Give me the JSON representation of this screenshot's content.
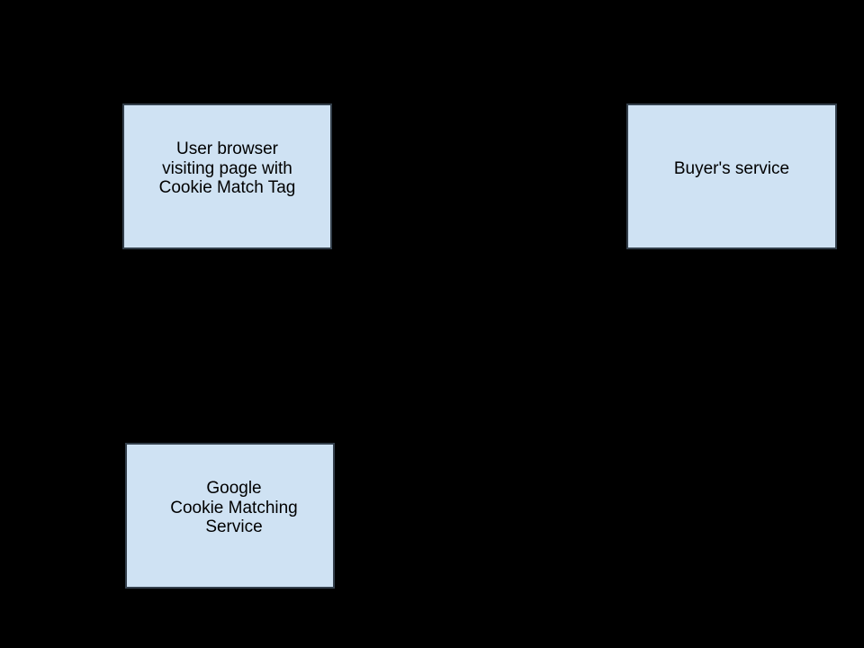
{
  "canvas": {
    "background_color": "#000000"
  },
  "diagram": {
    "node_fill_color": "#cfe2f3",
    "node_border_color": "#333f4b",
    "node_text_color": "#000000",
    "nodes": [
      {
        "id": "user-browser",
        "label": "User browser\nvisiting page with\nCookie Match Tag"
      },
      {
        "id": "buyers-service",
        "label": "Buyer's service"
      },
      {
        "id": "google-cookie-matching-service",
        "label": "Google\nCookie Matching\nService"
      }
    ]
  }
}
